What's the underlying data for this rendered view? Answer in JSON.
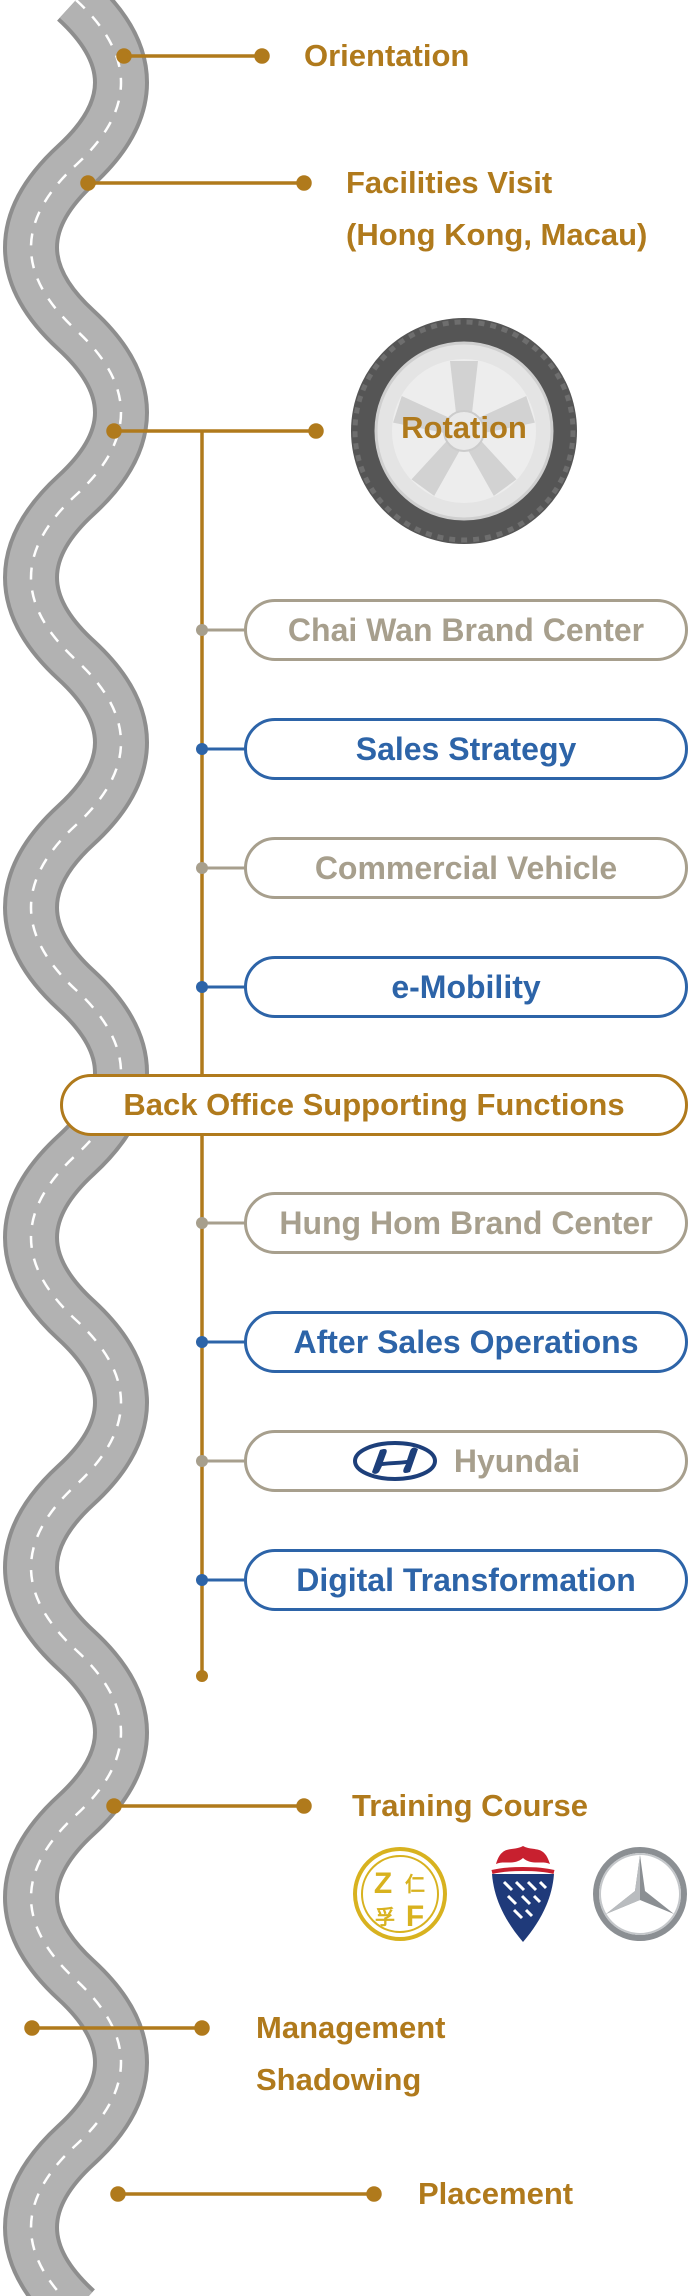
{
  "milestones": {
    "orientation": "Orientation",
    "facilities_line1": "Facilities Visit",
    "facilities_line2": "(Hong Kong, Macau)",
    "rotation": "Rotation",
    "training": "Training Course",
    "management_line1": "Management",
    "management_line2": "Shadowing",
    "placement": "Placement"
  },
  "rotation_items": [
    {
      "label": "Chai Wan Brand Center",
      "style": "grey"
    },
    {
      "label": "Sales Strategy",
      "style": "blue"
    },
    {
      "label": "Commercial Vehicle",
      "style": "grey"
    },
    {
      "label": "e-Mobility",
      "style": "blue"
    },
    {
      "label": "Back Office Supporting Functions",
      "style": "gold"
    },
    {
      "label": "Hung Hom Brand Center",
      "style": "grey"
    },
    {
      "label": "After Sales Operations",
      "style": "blue"
    },
    {
      "label": "Hyundai",
      "style": "grey"
    },
    {
      "label": "Digital Transformation",
      "style": "blue"
    }
  ],
  "training_logos": [
    {
      "icon": "zf-logo-icon",
      "text": "Z 仁 孚 F"
    },
    {
      "icon": "thistle-crest-icon"
    },
    {
      "icon": "mercedes-star-icon"
    }
  ],
  "colors": {
    "gold": "#b07a1c",
    "grey": "#a79f8d",
    "blue": "#2d64a8",
    "road": "#a6a6a6",
    "road_dark": "#8a8a8a"
  }
}
